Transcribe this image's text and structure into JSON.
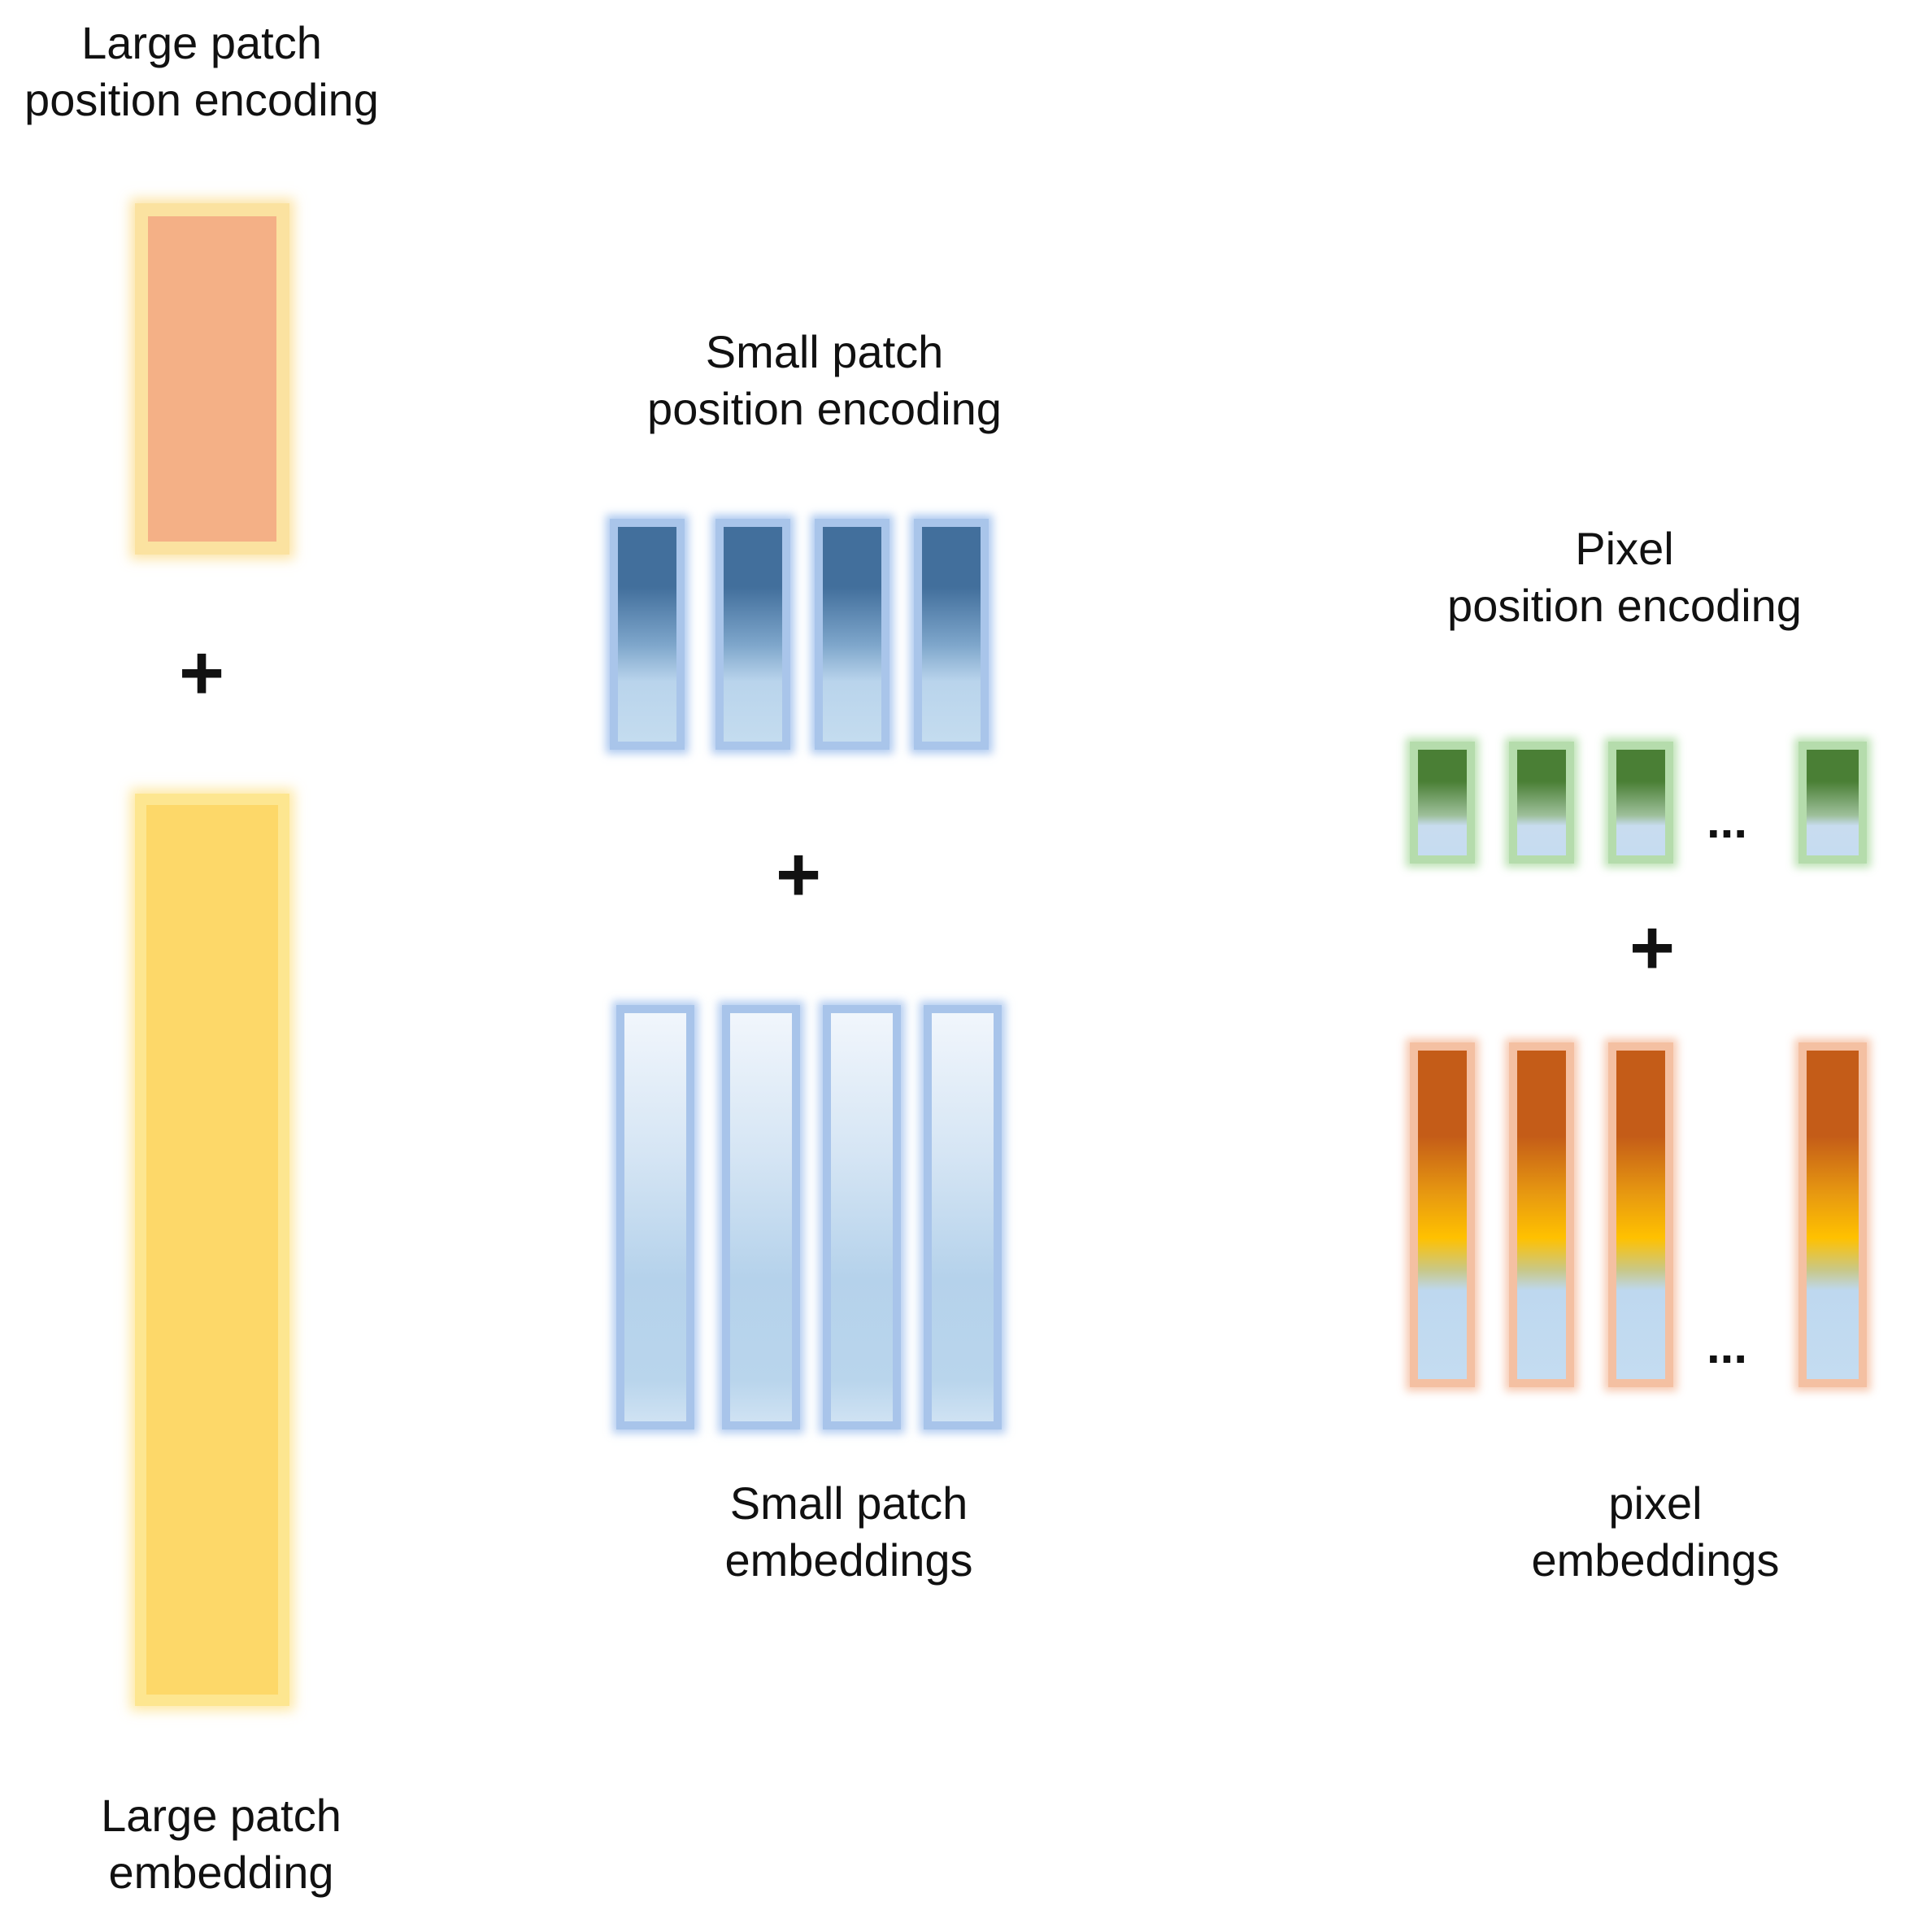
{
  "labels": {
    "large_patch_position_encoding": [
      "Large patch",
      "position encoding"
    ],
    "small_patch_position_encoding": [
      "Small patch",
      "position encoding"
    ],
    "pixel_position_encoding": [
      "Pixel",
      "position encoding"
    ],
    "small_patch_embeddings": [
      "Small patch",
      "embeddings"
    ],
    "pixel_embeddings": [
      "pixel",
      "embeddings"
    ],
    "large_patch_embedding": [
      "Large patch",
      "embedding"
    ]
  },
  "symbols": {
    "plus": "+",
    "ellipsis": "..."
  },
  "groups": {
    "large_patch": {
      "position_encoding_count": 1,
      "embedding_count": 1,
      "position_encoding_color": "#f4b086",
      "embedding_color": "#fdd869"
    },
    "small_patch": {
      "position_encoding_count": 4,
      "embedding_count": 4,
      "position_encoding_color": "#426f9c",
      "embedding_color": "#b5d2eb"
    },
    "pixel": {
      "position_encoding_count": 4,
      "embedding_count": 4,
      "position_encoding_color": "#4a7f35",
      "embedding_color": "#c45c18"
    }
  }
}
